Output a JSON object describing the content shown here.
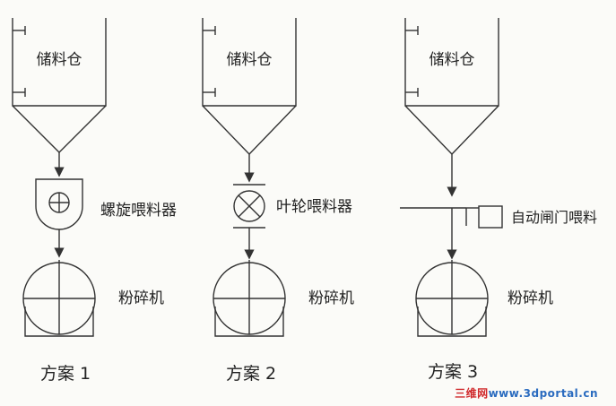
{
  "schemes": [
    {
      "title": "方案 1",
      "silo_label": "储料仓",
      "feeder_label": "螺旋喂料器",
      "crusher_label": "粉碎机"
    },
    {
      "title": "方案 2",
      "silo_label": "储料仓",
      "feeder_label": "叶轮喂料器",
      "crusher_label": "粉碎机"
    },
    {
      "title": "方案 3",
      "silo_label": "储料仓",
      "feeder_label": "自动闸门喂料",
      "crusher_label": "粉碎机"
    }
  ],
  "watermark": {
    "brand": "三维网",
    "url": "www.3dportal.cn"
  }
}
